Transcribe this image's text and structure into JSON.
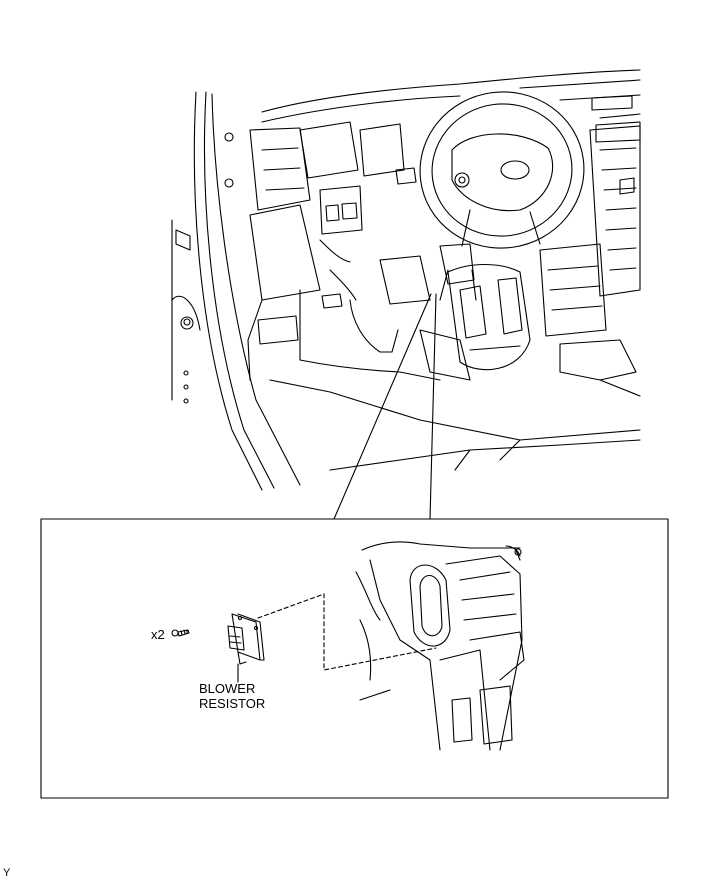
{
  "labels": {
    "quantity": "x2",
    "part_line1": "BLOWER",
    "part_line2": "RESISTOR",
    "figure_code": "Y"
  },
  "colors": {
    "line": "#000000",
    "background": "#ffffff"
  }
}
